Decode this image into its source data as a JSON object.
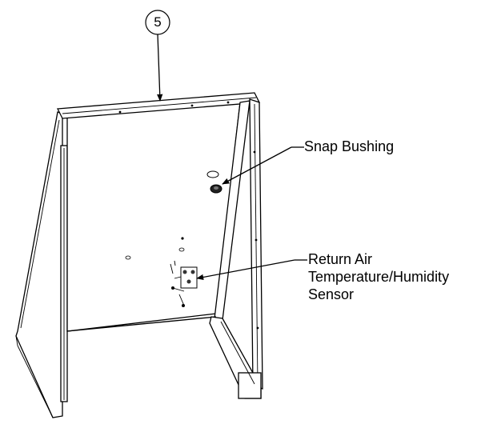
{
  "diagram": {
    "callout_number": "5",
    "labels": {
      "snap_bushing": "Snap Bushing",
      "return_air_line1": "Return Air",
      "return_air_line2": "Temperature/Humidity",
      "return_air_line3": "Sensor"
    }
  }
}
